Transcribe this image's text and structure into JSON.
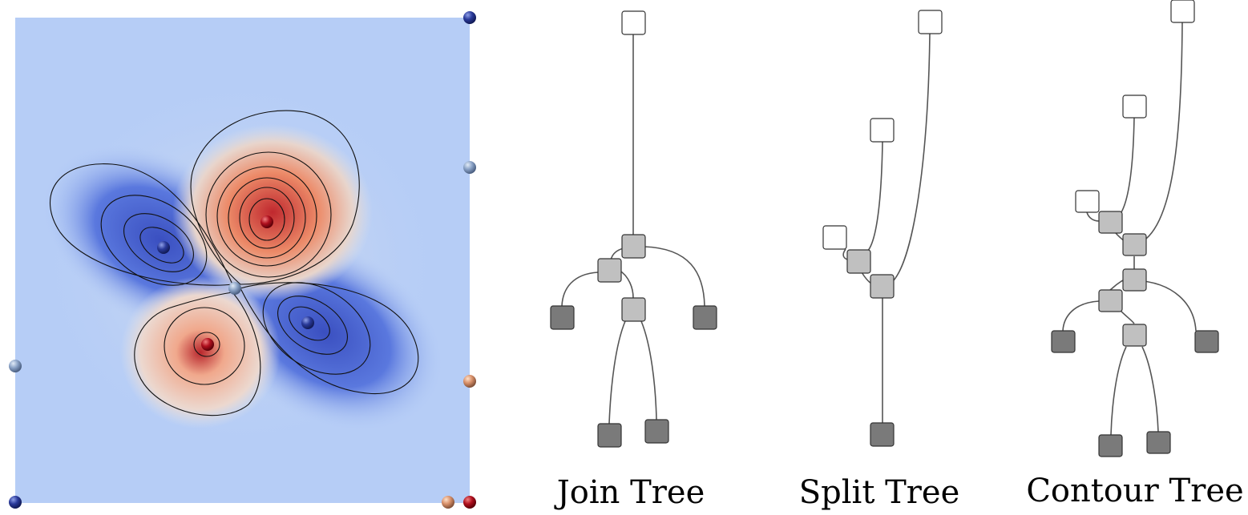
{
  "captions": {
    "join": "Join Tree",
    "split": "Split Tree",
    "contour": "Contour Tree"
  },
  "colors": {
    "minimum": "#7a7a7a",
    "saddle": "#c0c0c0",
    "maximum": "#ffffff",
    "field_background": "#b6cdf6",
    "field_low": "#3a4fc0",
    "field_high": "#c0282e"
  },
  "scalar_field": {
    "description_icon": "scalar-field-heatmap",
    "critical_point_markers": [
      "minimum",
      "saddle",
      "maximum"
    ]
  }
}
